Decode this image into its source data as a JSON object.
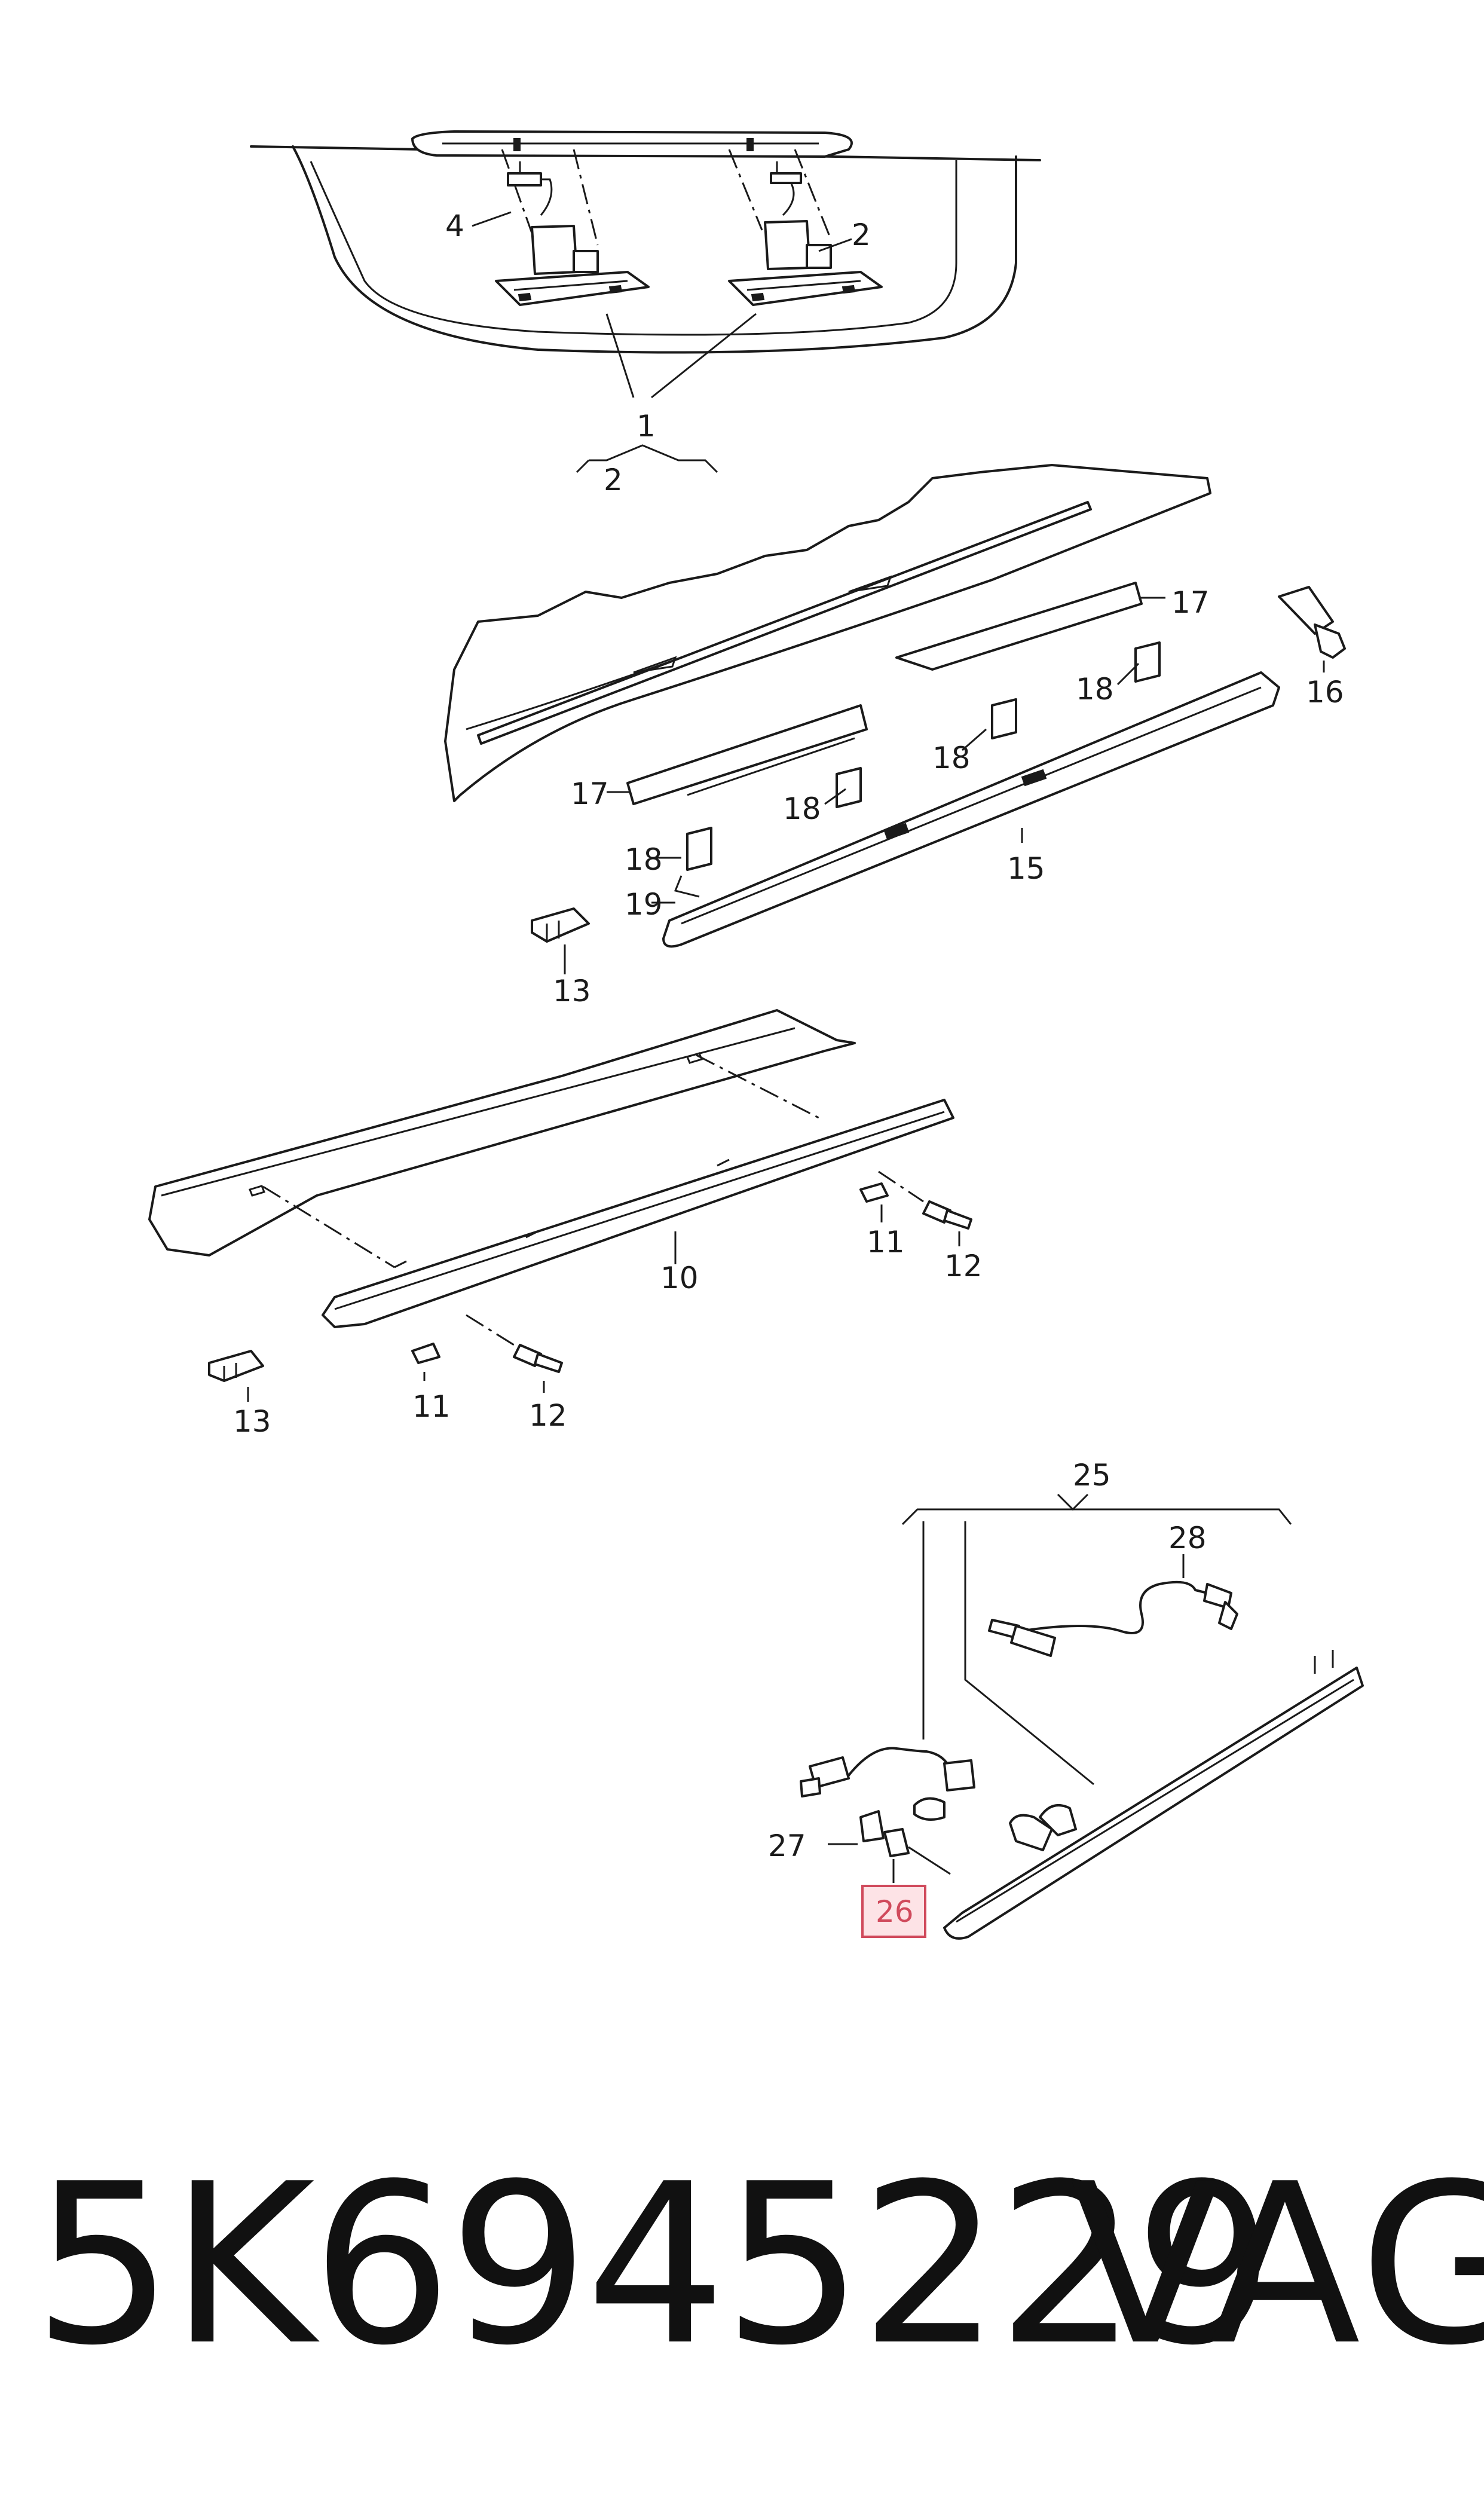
{
  "callouts": {
    "c1": "1",
    "c2a": "2",
    "c2b": "2",
    "c4": "4",
    "c10": "10",
    "c11a": "11",
    "c11b": "11",
    "c12a": "12",
    "c12b": "12",
    "c13a": "13",
    "c13b": "13",
    "c15": "15",
    "c16": "16",
    "c17a": "17",
    "c17b": "17",
    "c18a": "18",
    "c18b": "18",
    "c18c": "18",
    "c18d": "18",
    "c19": "19",
    "c25": "25",
    "c26": "26",
    "c27": "27",
    "c28": "28"
  },
  "highlighted_callout": "26",
  "highlight_color": "#d04a5c",
  "footer": {
    "part_number": "5K6945229",
    "brand": "VAG"
  }
}
